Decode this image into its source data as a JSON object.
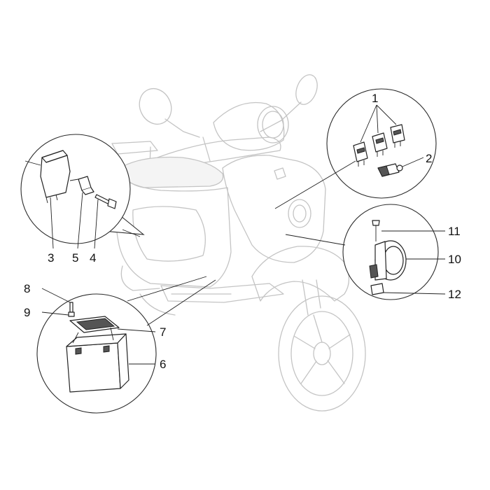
{
  "labels": {
    "l1": "1",
    "l2": "2",
    "l3": "3",
    "l4": "4",
    "l5": "5",
    "l6": "6",
    "l7": "7",
    "l8": "8",
    "l9": "9",
    "l10": "10",
    "l11": "11",
    "l12": "12"
  },
  "colors": {
    "scooter_outline": "#c4c4c4",
    "line_art": "#222222",
    "background": "#ffffff"
  }
}
